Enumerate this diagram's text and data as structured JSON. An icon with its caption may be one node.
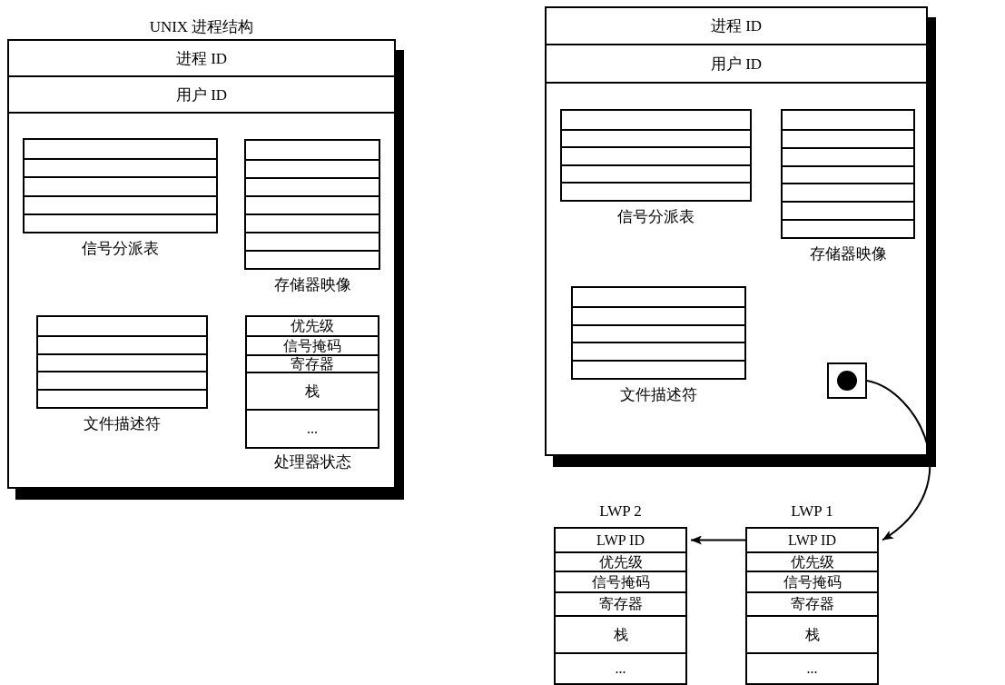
{
  "diagram": {
    "nodes": [
      {
        "text": [
          "UNIX 进程结构"
        ]
      },
      {
        "text": [
          "进程 ID"
        ],
        "in": 0
      },
      {
        "text": [
          "用户 ID"
        ],
        "in": 0
      },
      {
        "text": [
          "信号分派表"
        ],
        "in": 0
      },
      {
        "text": [
          "存储器映像"
        ],
        "in": 0
      },
      {
        "text": [
          "文件描述符"
        ],
        "in": 0
      },
      {
        "text": [
          "处理器状态"
        ],
        "in": 0
      },
      {
        "text": [
          "优先级"
        ],
        "in": 6
      },
      {
        "text": [
          "信号掩码"
        ],
        "in": 6
      },
      {
        "text": [
          "寄存器"
        ],
        "in": 6
      },
      {
        "text": [
          "栈"
        ],
        "in": 6
      },
      {
        "text": [
          "..."
        ],
        "in": 6
      },
      {
        "text": [],
        "shape": "box"
      },
      {
        "text": [
          "进程 ID"
        ],
        "in": 12
      },
      {
        "text": [
          "用户 ID"
        ],
        "in": 12
      },
      {
        "text": [
          "信号分派表"
        ],
        "in": 12
      },
      {
        "text": [
          "存储器映像"
        ],
        "in": 12
      },
      {
        "text": [
          "文件描述符"
        ],
        "in": 12
      },
      {
        "text": [],
        "shape": "box",
        "in": 12
      },
      {
        "text": [
          "LWP 1"
        ]
      },
      {
        "text": [
          "LWP ID"
        ],
        "in": 19
      },
      {
        "text": [
          "优先级"
        ],
        "in": 19
      },
      {
        "text": [
          "信号掩码"
        ],
        "in": 19
      },
      {
        "text": [
          "寄存器"
        ],
        "in": 19
      },
      {
        "text": [
          "栈"
        ],
        "in": 19
      },
      {
        "text": [
          "..."
        ],
        "in": 19
      },
      {
        "text": [
          "LWP 2"
        ]
      },
      {
        "text": [
          "LWP ID"
        ],
        "in": 26
      },
      {
        "text": [
          "优先级"
        ],
        "in": 26
      },
      {
        "text": [
          "信号掩码"
        ],
        "in": 26
      },
      {
        "text": [
          "寄存器"
        ],
        "in": 26
      },
      {
        "text": [
          "栈"
        ],
        "in": 26
      },
      {
        "text": [
          "..."
        ],
        "in": 26
      }
    ],
    "edges": [
      {
        "from": 18,
        "to": 20,
        "arrow": "to"
      },
      {
        "from": 20,
        "to": 27,
        "arrow": "to"
      }
    ]
  }
}
